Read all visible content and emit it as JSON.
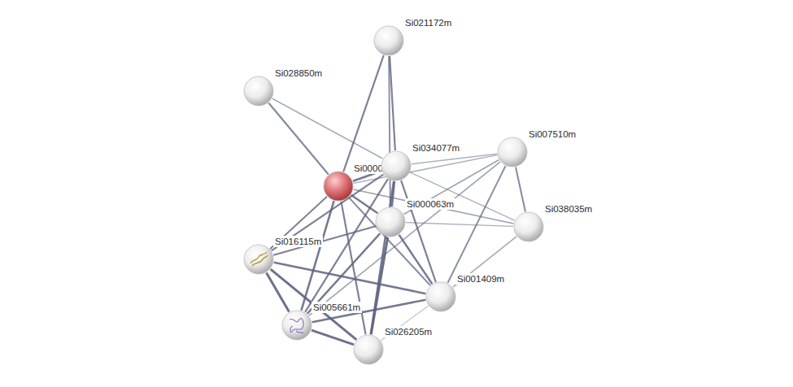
{
  "diagram": {
    "nodes": [
      {
        "text": [
          "Si021172m"
        ]
      },
      {
        "text": [
          "Si028850m"
        ]
      },
      {
        "text": [
          "Si0000"
        ]
      },
      {
        "text": [
          "Si034077m"
        ]
      },
      {
        "text": [
          "Si007510m"
        ]
      },
      {
        "text": [
          "Si000063m"
        ]
      },
      {
        "text": [
          "Si038035m"
        ]
      },
      {
        "text": [
          "Si016115m"
        ]
      },
      {
        "text": [
          "Si001409m"
        ]
      },
      {
        "text": [
          "Si005661m"
        ]
      },
      {
        "text": [
          "Si026205m"
        ]
      }
    ],
    "edges": [
      {
        "from": 2,
        "to": 0,
        "arrow": "none"
      },
      {
        "from": 2,
        "to": 1,
        "arrow": "none"
      },
      {
        "from": 2,
        "to": 3,
        "arrow": "none"
      },
      {
        "from": 2,
        "to": 5,
        "arrow": "none"
      },
      {
        "from": 2,
        "to": 7,
        "arrow": "none"
      },
      {
        "from": 2,
        "to": 9,
        "arrow": "none"
      },
      {
        "from": 2,
        "to": 10,
        "arrow": "none"
      },
      {
        "from": 2,
        "to": 8,
        "arrow": "none"
      },
      {
        "from": 2,
        "to": 4,
        "arrow": "none"
      },
      {
        "from": 2,
        "to": 6,
        "arrow": "none"
      },
      {
        "from": 3,
        "to": 0,
        "arrow": "none"
      },
      {
        "from": 3,
        "to": 1,
        "arrow": "none"
      },
      {
        "from": 5,
        "to": 0,
        "arrow": "none"
      },
      {
        "from": 3,
        "to": 4,
        "arrow": "none"
      },
      {
        "from": 3,
        "to": 6,
        "arrow": "none"
      },
      {
        "from": 3,
        "to": 5,
        "arrow": "none"
      },
      {
        "from": 3,
        "to": 7,
        "arrow": "none"
      },
      {
        "from": 3,
        "to": 9,
        "arrow": "none"
      },
      {
        "from": 3,
        "to": 10,
        "arrow": "none"
      },
      {
        "from": 3,
        "to": 8,
        "arrow": "none"
      },
      {
        "from": 5,
        "to": 4,
        "arrow": "none"
      },
      {
        "from": 5,
        "to": 6,
        "arrow": "none"
      },
      {
        "from": 5,
        "to": 7,
        "arrow": "none"
      },
      {
        "from": 5,
        "to": 9,
        "arrow": "none"
      },
      {
        "from": 5,
        "to": 10,
        "arrow": "none"
      },
      {
        "from": 5,
        "to": 8,
        "arrow": "none"
      },
      {
        "from": 4,
        "to": 6,
        "arrow": "none"
      },
      {
        "from": 4,
        "to": 8,
        "arrow": "none"
      },
      {
        "from": 4,
        "to": 9,
        "arrow": "none"
      },
      {
        "from": 6,
        "to": 8,
        "arrow": "none"
      },
      {
        "from": 7,
        "to": 9,
        "arrow": "none"
      },
      {
        "from": 7,
        "to": 10,
        "arrow": "none"
      },
      {
        "from": 7,
        "to": 8,
        "arrow": "none"
      },
      {
        "from": 9,
        "to": 10,
        "arrow": "none"
      },
      {
        "from": 9,
        "to": 8,
        "arrow": "none"
      },
      {
        "from": 10,
        "to": 8,
        "arrow": "none"
      }
    ]
  }
}
